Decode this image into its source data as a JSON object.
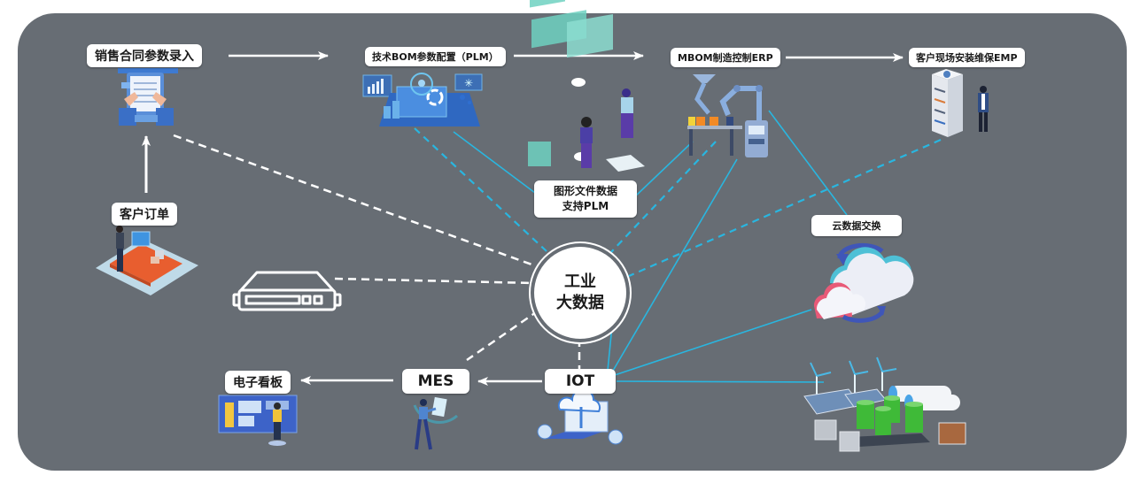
{
  "diagram": {
    "hub": {
      "line1": "工业",
      "line2": "大数据"
    },
    "nodes": {
      "sales_contract": "销售合同参数录入",
      "tech_bom": "技术BOM参数配置（PLM）",
      "mbom_erp": "MBOM制造控制ERP",
      "onsite_emp": "客户现场安装维保EMP",
      "customer_order": "客户订单",
      "graphics_files_line1": "图形文件数据",
      "graphics_files_line2": "支持PLM",
      "cloud_exchange": "云数据交换",
      "e_board": "电子看板",
      "mes": "MES",
      "iot": "IOT"
    },
    "flow_arrows": [
      {
        "from": "sales_contract",
        "to": "tech_bom"
      },
      {
        "from": "tech_bom",
        "to": "mbom_erp"
      },
      {
        "from": "mbom_erp",
        "to": "onsite_emp"
      },
      {
        "from": "customer_order",
        "to": "sales_contract"
      },
      {
        "from": "iot",
        "to": "mes"
      },
      {
        "from": "mes",
        "to": "e_board"
      }
    ],
    "colors": {
      "panel": "#676d74",
      "link_blue": "#29b6e0",
      "link_white": "#ffffff",
      "label_bg": "#ffffff"
    }
  }
}
